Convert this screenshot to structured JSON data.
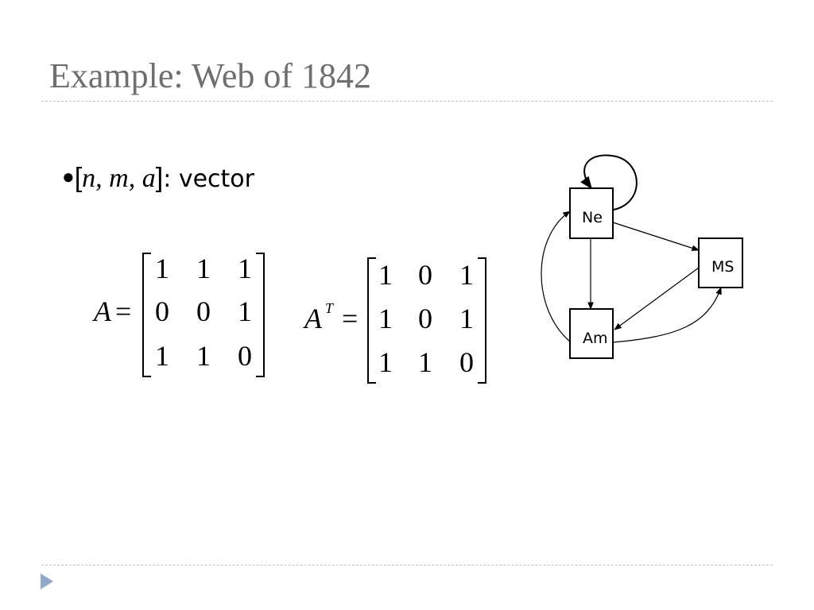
{
  "slide": {
    "title": "Example: Web of 1842"
  },
  "bullet": {
    "symbol": "●",
    "open": "[",
    "v1": "n",
    "sep1": ", ",
    "v2": "m",
    "sep2": ", ",
    "v3": "a",
    "close": "]",
    "rest": ": vector"
  },
  "matrixA": {
    "name": "A",
    "eq": "=",
    "rows": [
      [
        "1",
        "1",
        "1"
      ],
      [
        "0",
        "0",
        "1"
      ],
      [
        "1",
        "1",
        "0"
      ]
    ]
  },
  "matrixAT": {
    "name": "A",
    "sup": "T",
    "eq": "=",
    "rows": [
      [
        "1",
        "0",
        "1"
      ],
      [
        "1",
        "0",
        "1"
      ],
      [
        "1",
        "1",
        "0"
      ]
    ]
  },
  "graph": {
    "nodes": {
      "ne": "Ne",
      "ms": "MS",
      "am": "Am"
    },
    "edges": [
      {
        "from": "Ne",
        "to": "Ne"
      },
      {
        "from": "Ne",
        "to": "MS"
      },
      {
        "from": "Ne",
        "to": "Am"
      },
      {
        "from": "Am",
        "to": "Ne"
      },
      {
        "from": "Am",
        "to": "MS"
      },
      {
        "from": "MS",
        "to": "Am"
      }
    ]
  },
  "nav": {
    "icon": "triangle-right-icon"
  }
}
